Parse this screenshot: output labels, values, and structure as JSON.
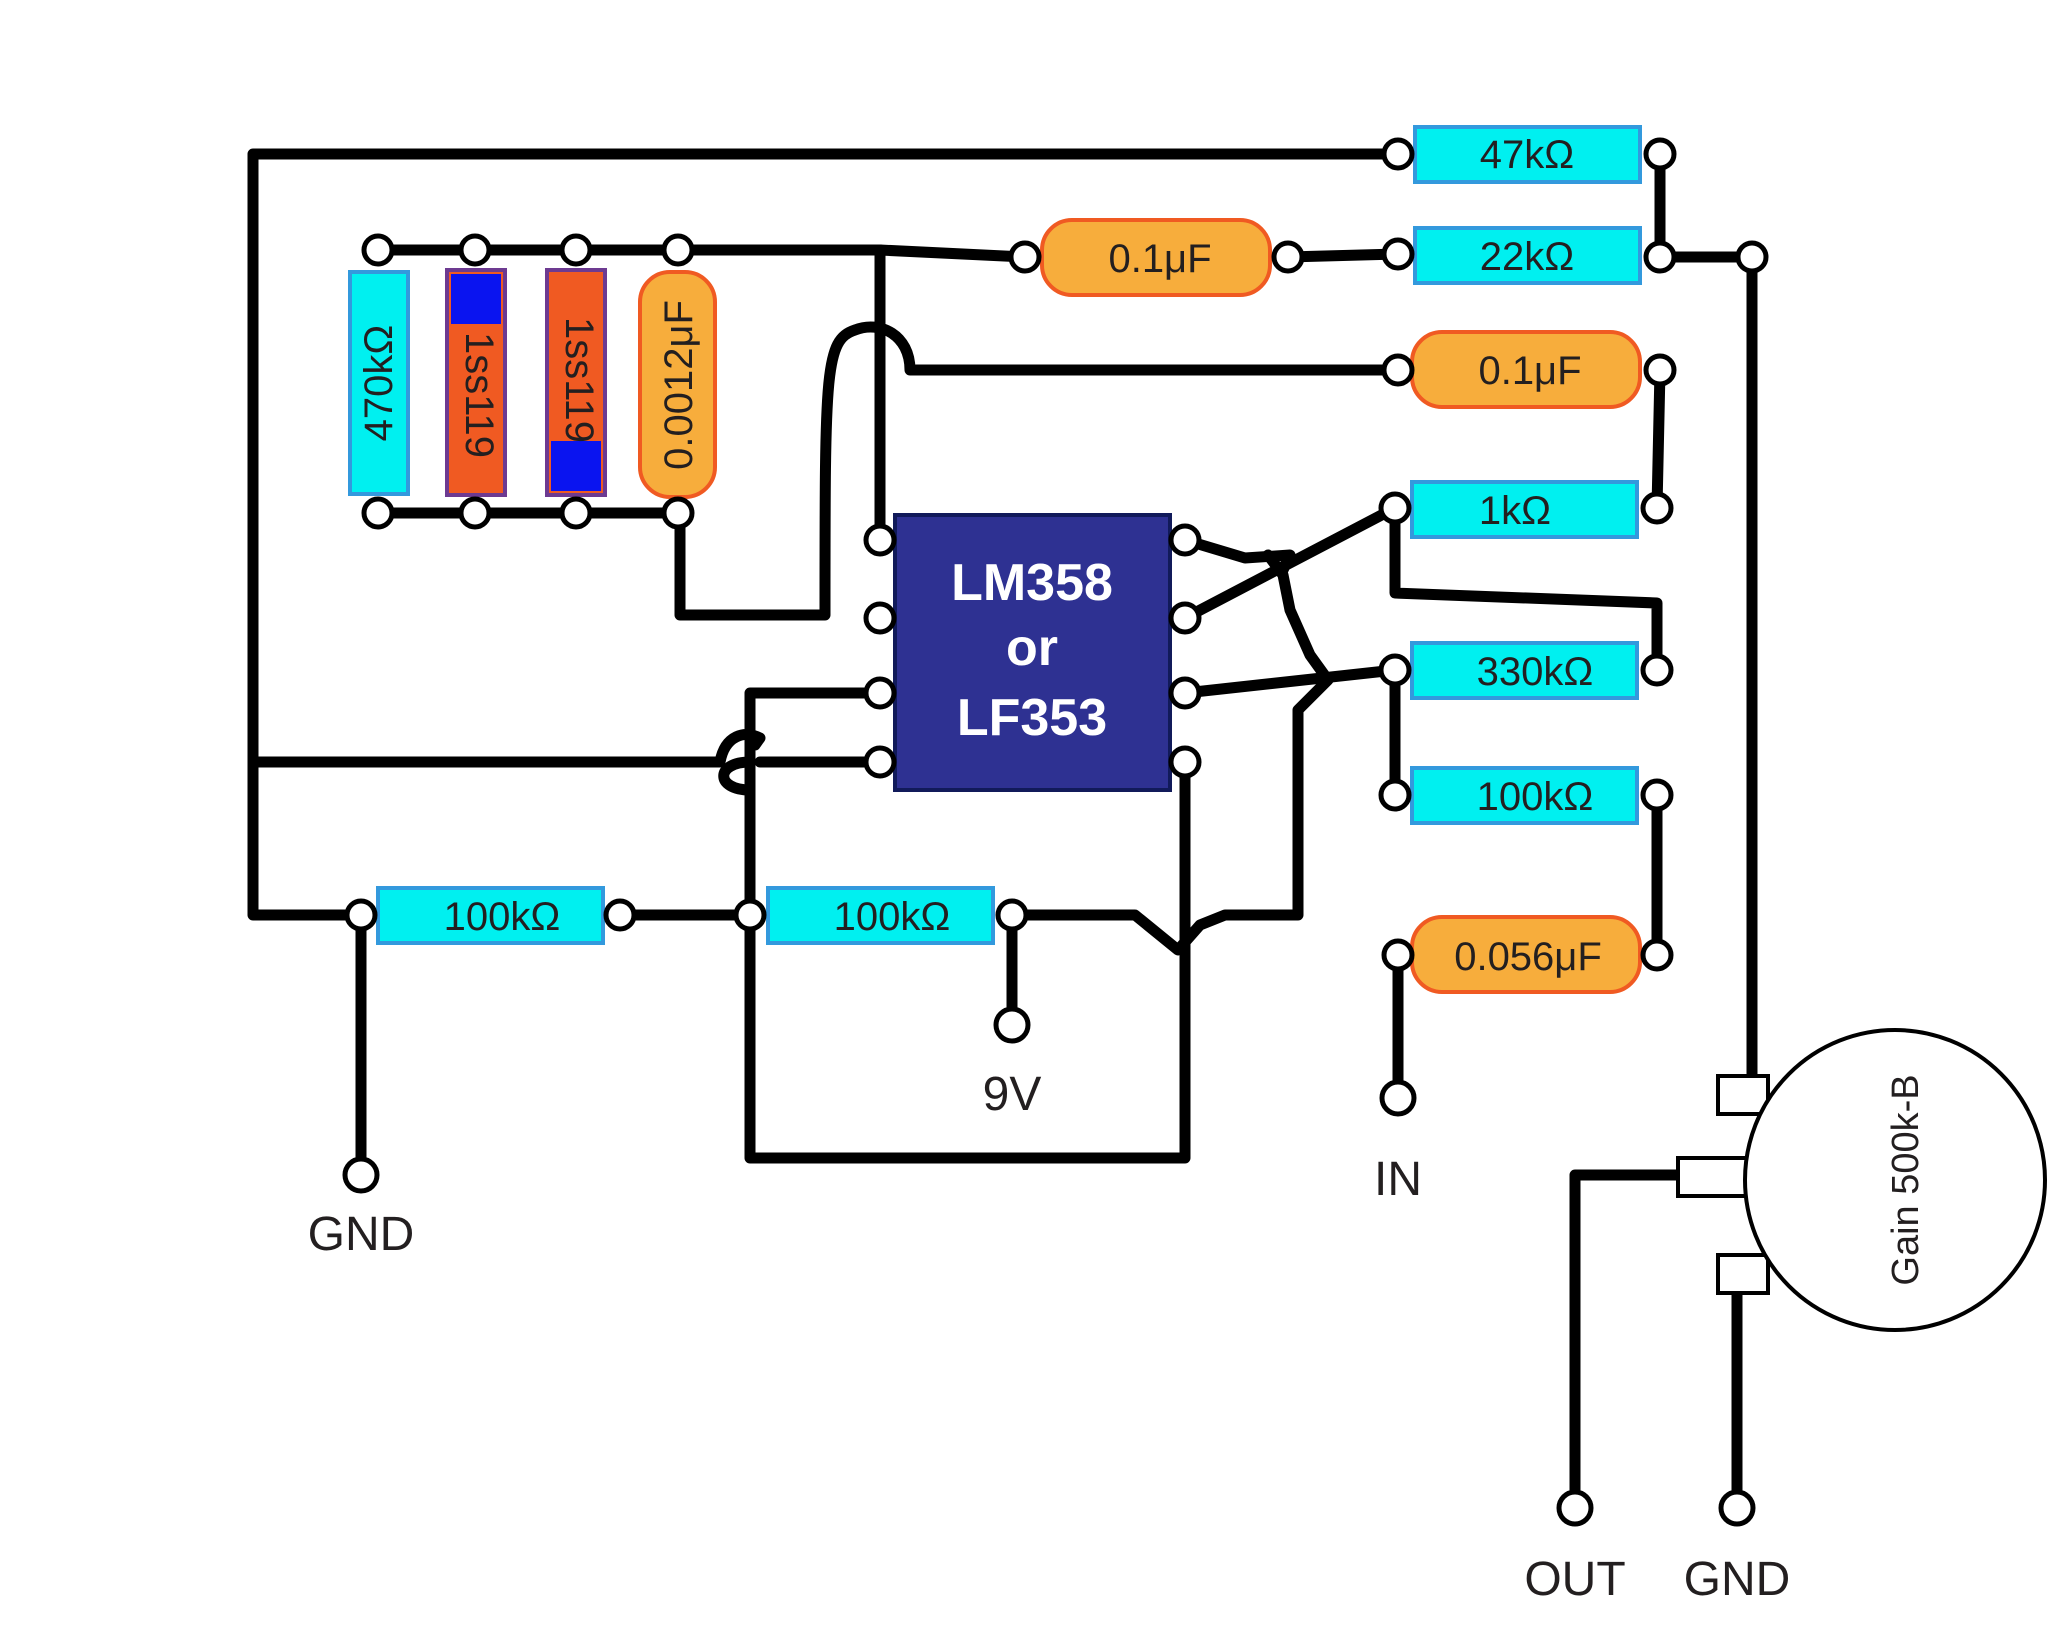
{
  "ic": {
    "line1": "LM358",
    "line2": "or",
    "line3": "LF353"
  },
  "resistors": {
    "r47k": "47kΩ",
    "r22k": "22kΩ",
    "r1k": "1kΩ",
    "r330k": "330kΩ",
    "r100k_right": "100kΩ",
    "r470k": "470kΩ",
    "r100k_left": "100kΩ",
    "r100k_mid": "100kΩ"
  },
  "capacitors": {
    "c01_top": "0.1μF",
    "c01_right": "0.1μF",
    "c0056": "0.056μF",
    "c00012": "0.0012μF"
  },
  "diodes": {
    "d1": "1ss119",
    "d2": "1ss119"
  },
  "terminals": {
    "gnd_left": "GND",
    "v9": "9V",
    "in": "IN",
    "out": "OUT",
    "gnd_right": "GND"
  },
  "potentiometer": {
    "label": "Gain 500k-B"
  },
  "colors": {
    "resistor": "#00f0f0",
    "capacitor": "#f7ad3c",
    "capacitor_outline": "#f05a22",
    "diode": "#f05a22",
    "diode_band": "#0a14f0",
    "ic": "#2e3192"
  }
}
